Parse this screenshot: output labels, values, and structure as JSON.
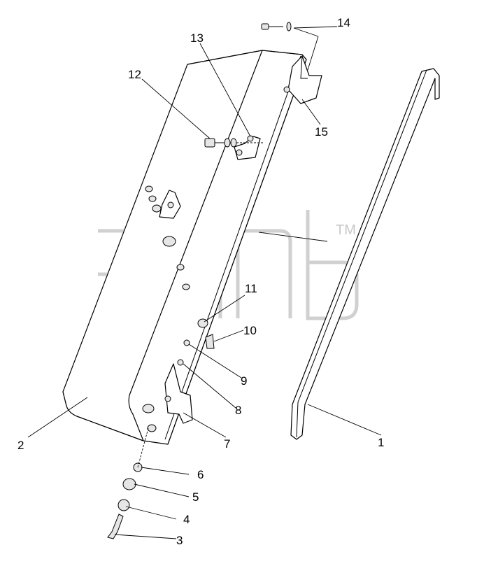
{
  "watermark": {
    "trademark": "TM"
  },
  "callouts": [
    {
      "id": "1",
      "text": "1"
    },
    {
      "id": "2",
      "text": "2"
    },
    {
      "id": "3",
      "text": "3"
    },
    {
      "id": "4",
      "text": "4"
    },
    {
      "id": "5",
      "text": "5"
    },
    {
      "id": "6",
      "text": "6"
    },
    {
      "id": "7",
      "text": "7"
    },
    {
      "id": "8",
      "text": "8"
    },
    {
      "id": "9",
      "text": "9"
    },
    {
      "id": "10",
      "text": "10"
    },
    {
      "id": "11",
      "text": "11"
    },
    {
      "id": "12",
      "text": "12"
    },
    {
      "id": "13",
      "text": "13"
    },
    {
      "id": "14",
      "text": "14"
    },
    {
      "id": "15",
      "text": "15"
    }
  ]
}
